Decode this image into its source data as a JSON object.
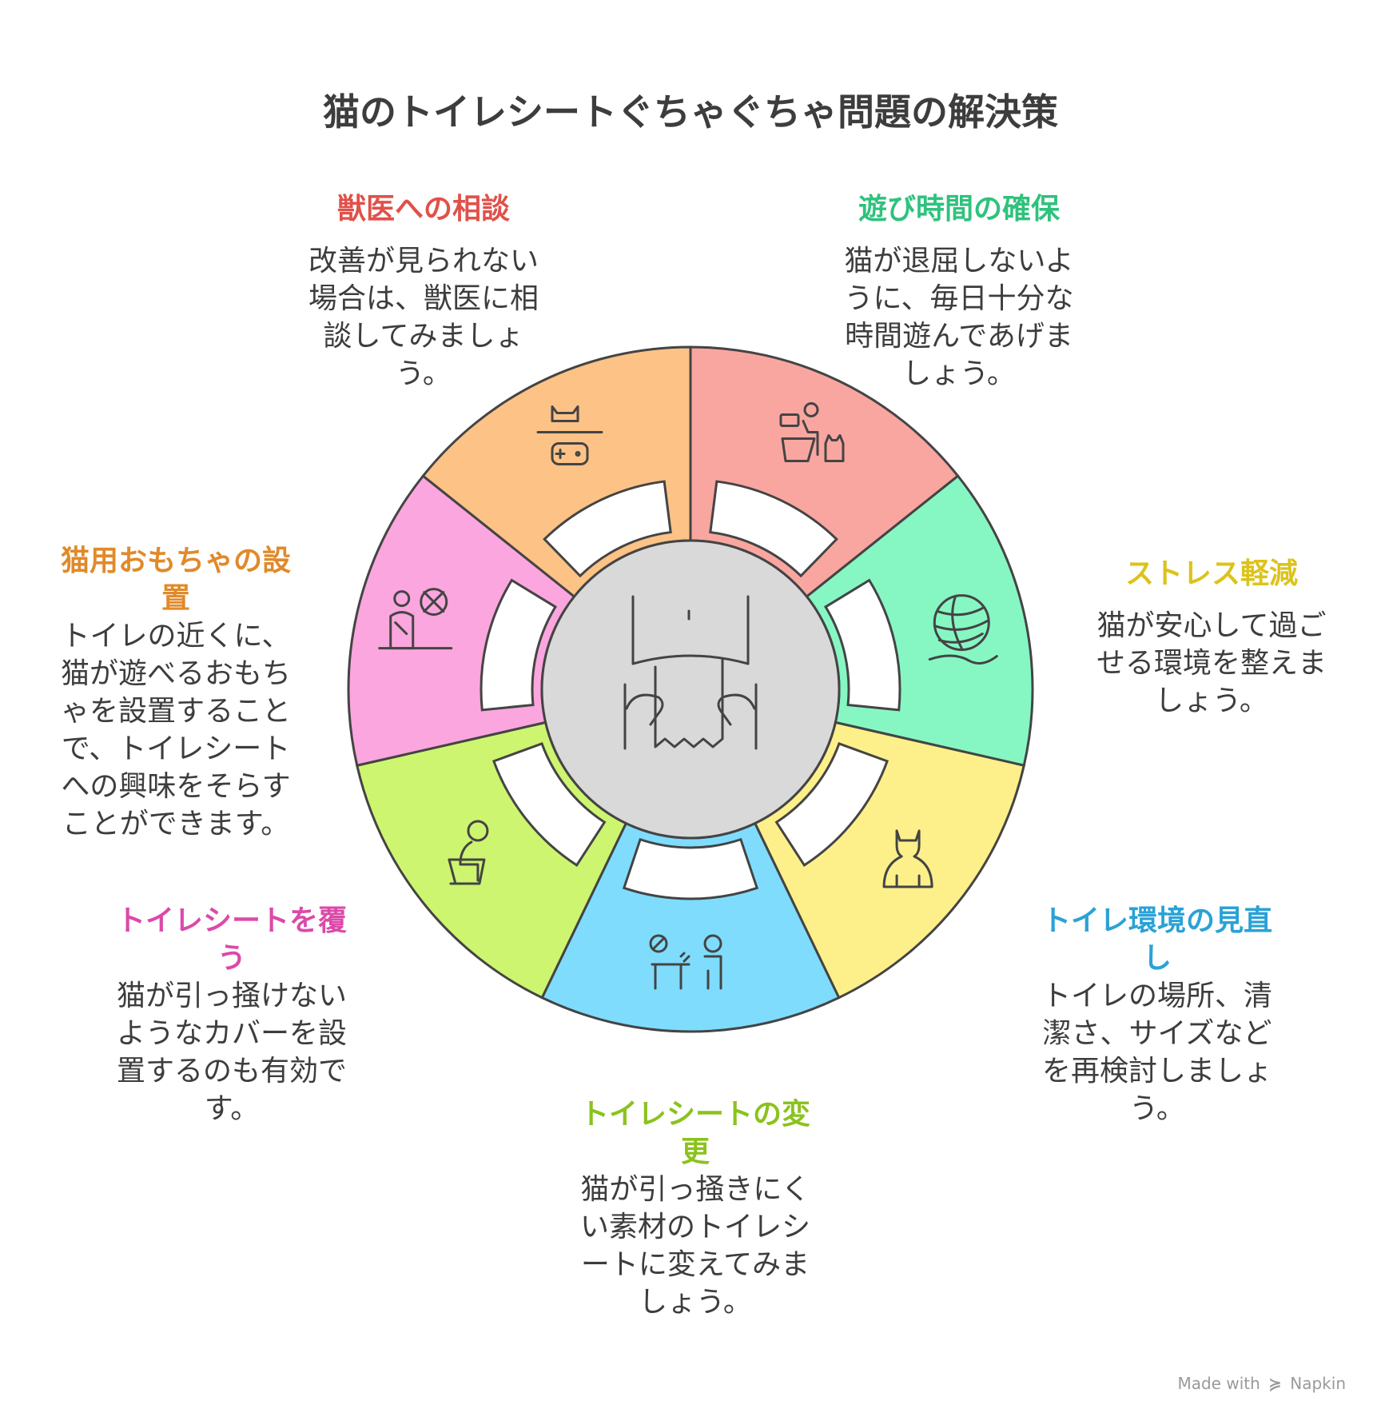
{
  "title": "猫のトイレシートぐちゃぐちゃ問題の解決策",
  "outline_color": "#444444",
  "center": {
    "fill": "#d9d9d9",
    "icon": "torn-toilet-sheet-icon"
  },
  "segments": [
    {
      "key": "vet",
      "heading": "獣医への相談",
      "body_lines": [
        "改善が見られない",
        "場合は、獣医に相",
        "談してみましょ",
        "う。"
      ],
      "fill": "#f9a6a0",
      "heading_color": "#e0514a",
      "icon": "person-with-cat-icon"
    },
    {
      "key": "play",
      "heading": "遊び時間の確保",
      "body_lines": [
        "猫が退屈しないよ",
        "うに、毎日十分な",
        "時間遊んであげま",
        "しょう。"
      ],
      "fill": "#86f7c3",
      "heading_color": "#2fc27d",
      "icon": "yarn-ball-icon"
    },
    {
      "key": "stress",
      "heading": "ストレス軽減",
      "body_lines": [
        "猫が安心して過ご",
        "せる環境を整えま",
        "しょう。"
      ],
      "fill": "#fdf08a",
      "heading_color": "#dcc31a",
      "icon": "sitting-cat-icon"
    },
    {
      "key": "environment",
      "heading_lines": [
        "トイレ環境の見直",
        "し"
      ],
      "body_lines": [
        "トイレの場所、清",
        "潔さ、サイズなど",
        "を再検討しましょ",
        "う。"
      ],
      "fill": "#7fdcfd",
      "heading_color": "#2aa2d6",
      "icon": "person-cleaning-icon"
    },
    {
      "key": "change",
      "heading_lines": [
        "トイレシートの変",
        "更"
      ],
      "body_lines": [
        "猫が引っ掻きにく",
        "い素材のトイレシ",
        "ートに変えてみま",
        "しょう。"
      ],
      "fill": "#cdf56f",
      "heading_color": "#8bc21e",
      "icon": "person-on-potty-icon"
    },
    {
      "key": "cover",
      "heading_lines": [
        "トイレシートを覆",
        "う"
      ],
      "body_lines": [
        "猫が引っ掻けない",
        "ようなカバーを設",
        "置するのも有効で",
        "す。"
      ],
      "fill": "#fba6de",
      "heading_color": "#db4aa8",
      "icon": "no-scratch-cover-icon"
    },
    {
      "key": "toys",
      "heading_lines": [
        "猫用おもちゃの設",
        "置"
      ],
      "body_lines": [
        "トイレの近くに、",
        "猫が遊べるおもち",
        "ゃを設置すること",
        "で、トイレシート",
        "への興味をそらす",
        "ことができます。"
      ],
      "fill": "#fdc286",
      "heading_color": "#e08a2a",
      "icon": "cat-toy-gamepad-icon"
    }
  ],
  "watermark": {
    "prefix": "Made with",
    "brand": "Napkin",
    "icon": "napkin-logo-icon"
  }
}
